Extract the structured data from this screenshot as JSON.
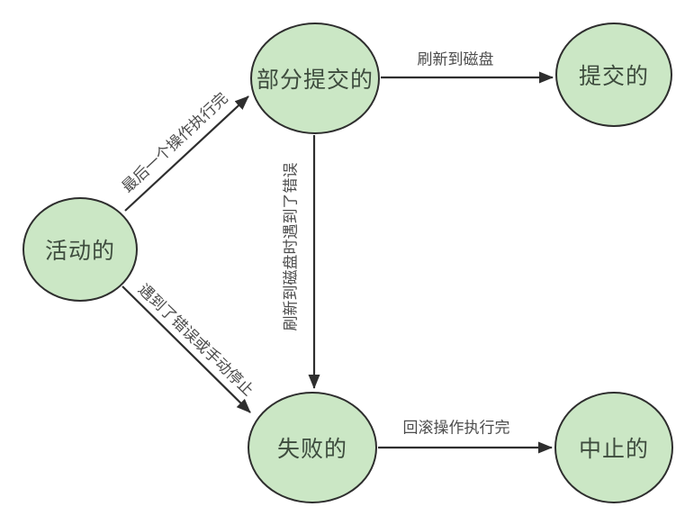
{
  "diagram": {
    "type": "state-transition-diagram",
    "nodes": [
      {
        "id": "active",
        "label": "活动的"
      },
      {
        "id": "partially-committed",
        "label": "部分提交的"
      },
      {
        "id": "committed",
        "label": "提交的"
      },
      {
        "id": "failed",
        "label": "失败的"
      },
      {
        "id": "aborted",
        "label": "中止的"
      }
    ],
    "edges": [
      {
        "from": "active",
        "to": "partially-committed",
        "label": "最后一个操作执行完"
      },
      {
        "from": "partially-committed",
        "to": "committed",
        "label": "刷新到磁盘"
      },
      {
        "from": "partially-committed",
        "to": "failed",
        "label": "刷新到磁盘时遇到了错误"
      },
      {
        "from": "active",
        "to": "failed",
        "label": "遇到了错误或手动停止"
      },
      {
        "from": "failed",
        "to": "aborted",
        "label": "回滚操作执行完"
      }
    ],
    "colors": {
      "background": "#ffffff",
      "node_fill": "#cbe7c5",
      "node_border": "#2e2e2e",
      "node_text": "#3e4c3e",
      "edge_line": "#2e2e2e",
      "edge_label_text": "#4c4c4c"
    }
  }
}
